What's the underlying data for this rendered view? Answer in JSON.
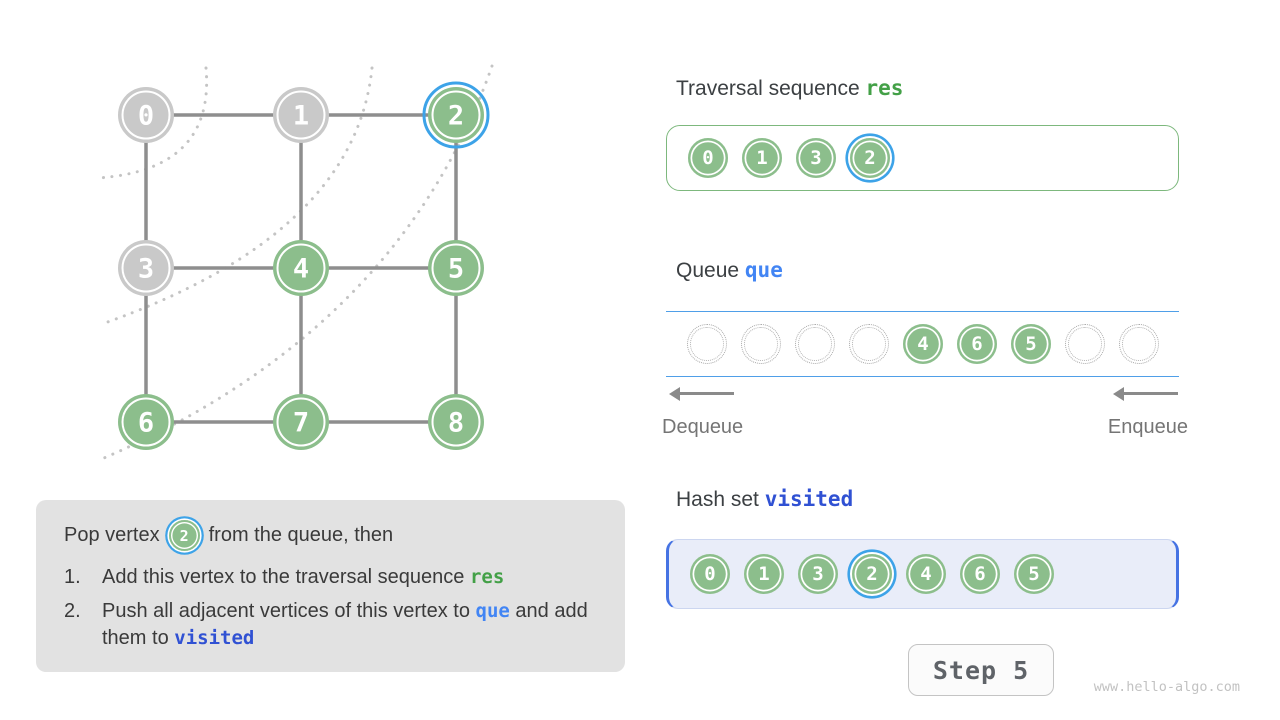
{
  "colors": {
    "green": "#8CBE8C",
    "gray_fill": "#C9C9C9",
    "edge": "#8E8E8E",
    "arc": "#C4C4C4",
    "highlight": "#3DA3E8",
    "res_green": "#43A047",
    "que_blue": "#4285F4",
    "visited_blue": "#3051D3",
    "queue_line": "#4F9FE8"
  },
  "graph": {
    "cols": [
      146,
      301,
      456
    ],
    "rows": [
      115,
      268,
      422
    ],
    "radius": 28,
    "vertices": [
      {
        "id": "0",
        "state": "gray"
      },
      {
        "id": "1",
        "state": "gray"
      },
      {
        "id": "2",
        "state": "current"
      },
      {
        "id": "3",
        "state": "gray"
      },
      {
        "id": "4",
        "state": "green"
      },
      {
        "id": "5",
        "state": "green"
      },
      {
        "id": "6",
        "state": "green"
      },
      {
        "id": "7",
        "state": "green"
      },
      {
        "id": "8",
        "state": "green"
      }
    ],
    "edges": [
      [
        0,
        1
      ],
      [
        1,
        2
      ],
      [
        3,
        4
      ],
      [
        4,
        5
      ],
      [
        6,
        7
      ],
      [
        7,
        8
      ],
      [
        0,
        3
      ],
      [
        3,
        6
      ],
      [
        1,
        4
      ],
      [
        4,
        7
      ],
      [
        2,
        5
      ],
      [
        5,
        8
      ]
    ],
    "wave_arcs": [
      "M 206 68 Q 215 170 98 178",
      "M 372 68 Q 355 235 102 324",
      "M 492 66 Q 400 330 104 458"
    ]
  },
  "sections": {
    "traversal": {
      "title": "Traversal sequence",
      "code": "res",
      "items": [
        {
          "label": "0"
        },
        {
          "label": "1"
        },
        {
          "label": "3"
        },
        {
          "label": "2",
          "highlight": true
        }
      ]
    },
    "queue": {
      "title": "Queue",
      "code": "que",
      "slots": [
        null,
        null,
        null,
        null,
        "4",
        "6",
        "5",
        null,
        null
      ],
      "dequeue_label": "Dequeue",
      "enqueue_label": "Enqueue"
    },
    "visited": {
      "title": "Hash set",
      "code": "visited",
      "items": [
        {
          "label": "0"
        },
        {
          "label": "1"
        },
        {
          "label": "3"
        },
        {
          "label": "2",
          "highlight": true
        },
        {
          "label": "4"
        },
        {
          "label": "6"
        },
        {
          "label": "5"
        }
      ]
    }
  },
  "explanation": {
    "intro_before": "Pop vertex",
    "intro_vertex": "2",
    "intro_after": "from the queue, then",
    "items": [
      {
        "num": "1.",
        "parts": [
          {
            "text": "Add this vertex to the traversal sequence "
          },
          {
            "code": "res",
            "color_key": "res_green"
          }
        ]
      },
      {
        "num": "2.",
        "parts": [
          {
            "text": "Push all adjacent vertices of this vertex to "
          },
          {
            "code": "que",
            "color_key": "que_blue"
          },
          {
            "text": " and add them to "
          },
          {
            "code": "visited",
            "color_key": "visited_blue"
          }
        ]
      }
    ]
  },
  "footer": {
    "step_label": "Step 5",
    "watermark": "www.hello-algo.com"
  }
}
